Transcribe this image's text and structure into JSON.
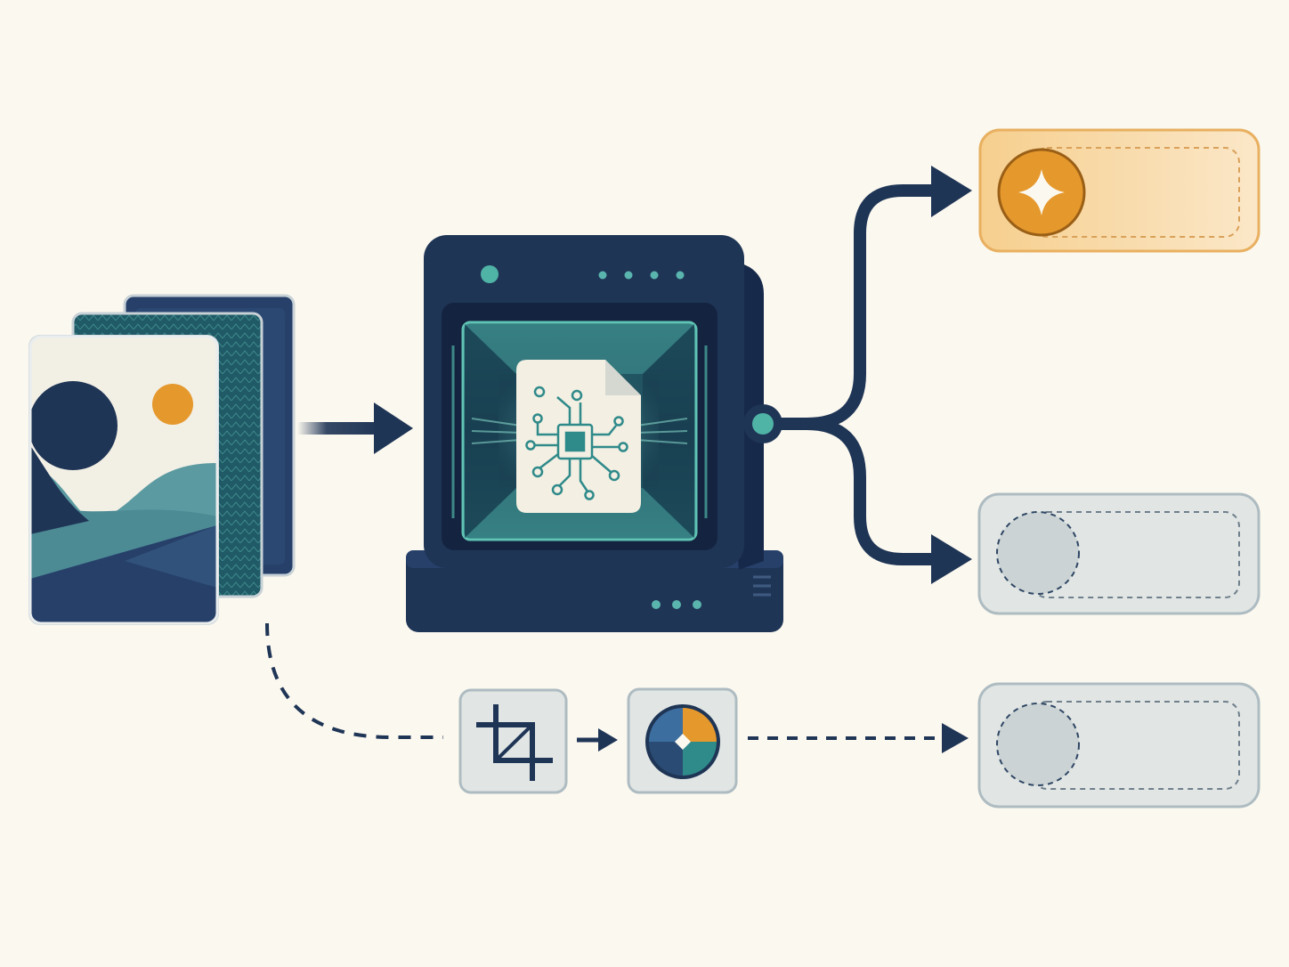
{
  "colors": {
    "background": "#fbf8ef",
    "navy": "#1f3556",
    "navy_dark": "#17294a",
    "teal": "#2f8a8a",
    "teal_light": "#59b5ad",
    "mint": "#4fb3a6",
    "orange": "#e5982c",
    "orange_panel": "#f8deb1",
    "gray_panel": "#e1e6e4",
    "gray_border": "#aebcc2",
    "cream": "#f3efe3"
  },
  "icons": {
    "image_stack": "image-stack-icon",
    "processor_chip": "circuit-chip-icon",
    "sparkle": "sparkle-icon",
    "crop": "crop-icon",
    "color_wheel": "color-wheel-icon"
  },
  "outputs": {
    "selected": "selected-result-slot",
    "alternate": "empty-result-slot",
    "manual": "empty-result-slot"
  }
}
